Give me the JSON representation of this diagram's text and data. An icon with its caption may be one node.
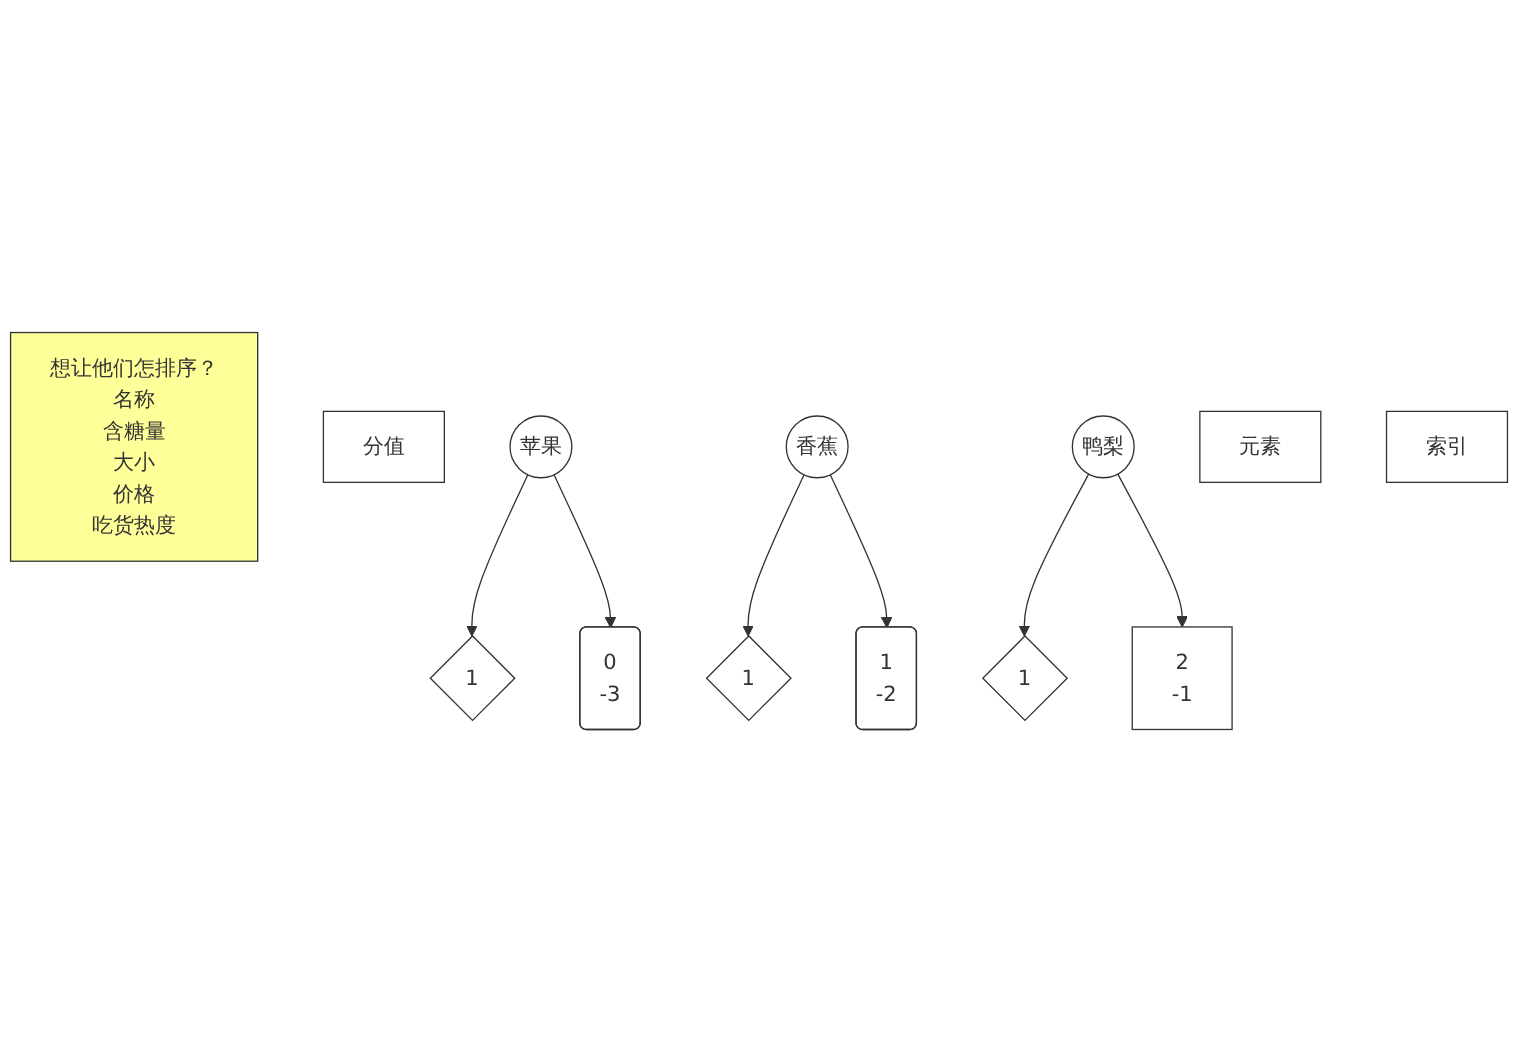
{
  "diagram": {
    "nodes": [
      {
        "text": [
          "想让他们怎排序？",
          "名称",
          "含糖量",
          "大小",
          "价格",
          "吃货热度"
        ]
      },
      {
        "text": [
          "1"
        ]
      },
      {
        "text": [
          "1"
        ]
      },
      {
        "text": [
          "1"
        ]
      },
      {
        "text": [
          "分值"
        ]
      },
      {
        "text": [
          "苹果"
        ]
      },
      {
        "text": [
          "香蕉"
        ]
      },
      {
        "text": [
          "鸭梨"
        ]
      },
      {
        "text": [
          "元素"
        ]
      },
      {
        "text": [
          "0",
          "-3"
        ]
      },
      {
        "text": [
          "1",
          "-2"
        ]
      },
      {
        "text": [
          "2",
          "-1"
        ]
      },
      {
        "text": [
          "索引"
        ]
      }
    ],
    "edges": [
      {
        "from": 5,
        "to": 1,
        "arrow": "to"
      },
      {
        "from": 6,
        "to": 2,
        "arrow": "to"
      },
      {
        "from": 7,
        "to": 3,
        "arrow": "to"
      },
      {
        "from": 5,
        "to": 9,
        "arrow": "to"
      },
      {
        "from": 6,
        "to": 10,
        "arrow": "to"
      },
      {
        "from": 7,
        "to": 11,
        "arrow": "to"
      }
    ]
  }
}
